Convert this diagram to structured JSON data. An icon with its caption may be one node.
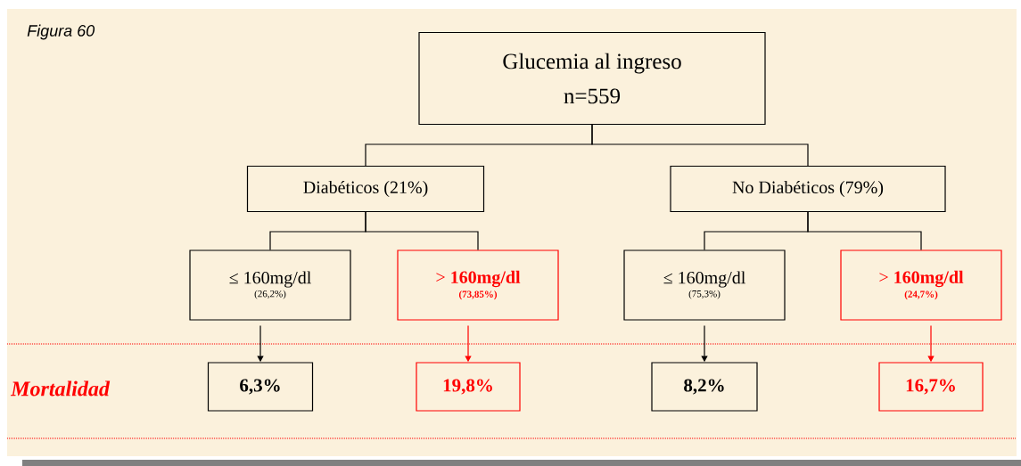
{
  "diagram": {
    "nodes": [
      {
        "text": [
          "Glucemia al ingreso",
          "n=559"
        ]
      },
      {
        "text": [
          "Diabéticos (21%)"
        ]
      },
      {
        "text": [
          "No Diabéticos (79%)"
        ]
      },
      {
        "text": [
          "≤ 160mg/dl",
          "(26,2%)"
        ]
      },
      {
        "text": [
          "> **160mg/dl**",
          "(73,85%)"
        ]
      },
      {
        "text": [
          "≤ 160mg/dl",
          "(75,3%)"
        ]
      },
      {
        "text": [
          "> **160mg/dl**",
          "(24,7%)"
        ]
      },
      {
        "text": [
          "6,3%"
        ]
      },
      {
        "text": [
          "19,8%"
        ]
      },
      {
        "text": [
          "8,2%"
        ]
      },
      {
        "text": [
          "16,7%"
        ]
      }
    ],
    "edges": [
      {
        "from": 0,
        "to": 1,
        "arrow": "none"
      },
      {
        "from": 0,
        "to": 2,
        "arrow": "none"
      },
      {
        "from": 1,
        "to": 3,
        "arrow": "none"
      },
      {
        "from": 1,
        "to": 4,
        "arrow": "none"
      },
      {
        "from": 2,
        "to": 5,
        "arrow": "none"
      },
      {
        "from": 2,
        "to": 6,
        "arrow": "none"
      },
      {
        "from": 3,
        "to": 7,
        "arrow": "to"
      },
      {
        "from": 4,
        "to": 8,
        "arrow": "to",
        "color": "#ff0000"
      },
      {
        "from": 5,
        "to": 9,
        "arrow": "to"
      },
      {
        "from": 6,
        "to": 10,
        "arrow": "to",
        "color": "#ff0000"
      }
    ],
    "labels": [
      "Figura 60",
      "Mortalidad"
    ]
  }
}
